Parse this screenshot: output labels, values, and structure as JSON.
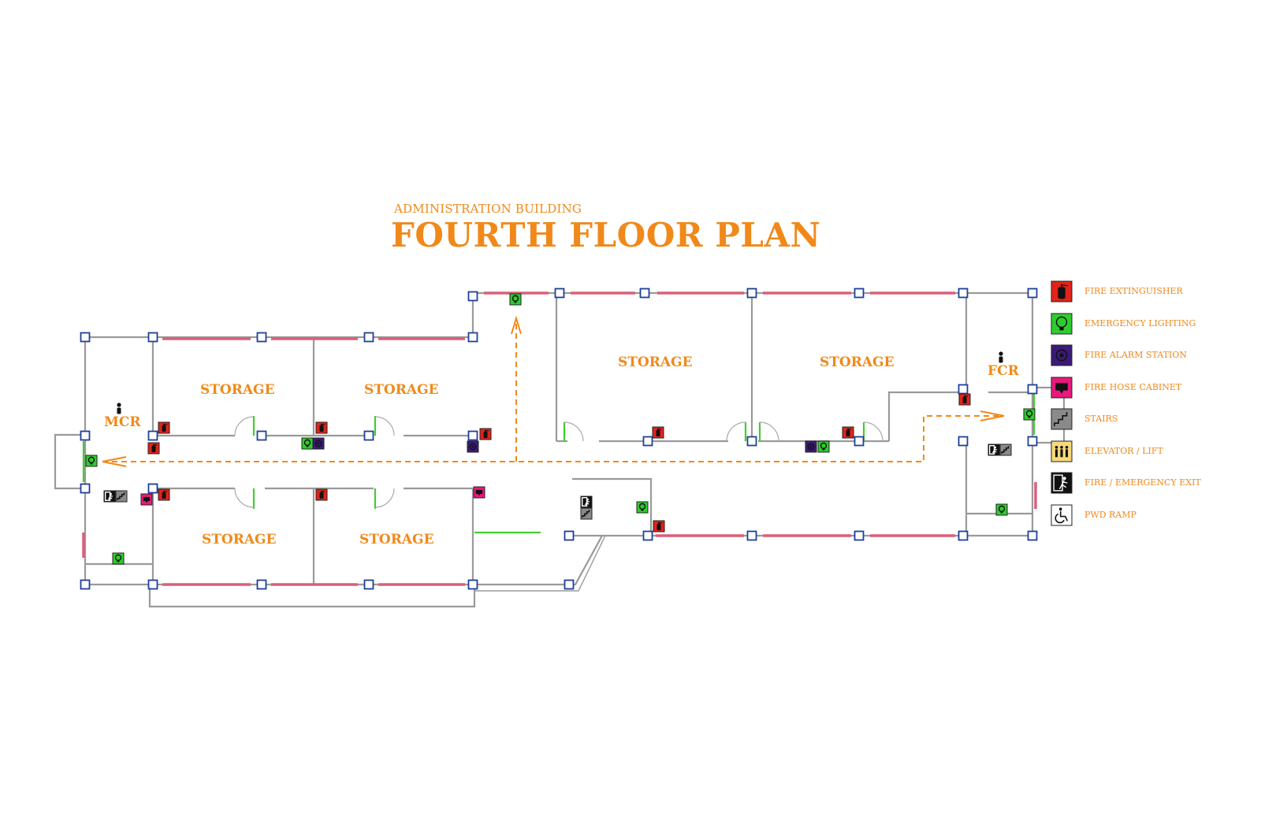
{
  "title": {
    "subtitle": "ADMINISTRATION BUILDING",
    "main": "FOURTH FLOOR PLAN"
  },
  "colors": {
    "accent": "#f0891a",
    "wall": "#999999",
    "window": "#d9607a",
    "column": "#1f3f99",
    "door_green": "#44cc33",
    "evac_route": "#f0891a"
  },
  "rooms": {
    "storage_nw1": "STORAGE",
    "storage_nw2": "STORAGE",
    "storage_sw1": "STORAGE",
    "storage_sw2": "STORAGE",
    "storage_ne1": "STORAGE",
    "storage_ne2": "STORAGE",
    "mcr": "MCR",
    "fcr": "FCR"
  },
  "legend": [
    {
      "key": "fire-extinguisher",
      "label": "FIRE EXTINGUISHER",
      "color": "#e2231a",
      "icon": "fire-extinguisher-icon"
    },
    {
      "key": "emergency-lighting",
      "label": "EMERGENCY LIGHTING",
      "color": "#2ecc2e",
      "icon": "emergency-light-icon"
    },
    {
      "key": "fire-alarm-station",
      "label": "FIRE ALARM STATION",
      "color": "#3b1a78",
      "icon": "fire-alarm-icon"
    },
    {
      "key": "fire-hose-cabinet",
      "label": "FIRE HOSE CABINET",
      "color": "#e8197c",
      "icon": "fire-hose-icon"
    },
    {
      "key": "stairs",
      "label": "STAIRS",
      "color": "#8a8a8a",
      "icon": "stairs-icon"
    },
    {
      "key": "elevator",
      "label": "ELEVATOR / LIFT",
      "color": "#f7d97a",
      "icon": "elevator-icon"
    },
    {
      "key": "fire-exit",
      "label": "FIRE / EMERGENCY EXIT",
      "color": "#111111",
      "icon": "fire-exit-icon"
    },
    {
      "key": "pwd-ramp",
      "label": "PWD RAMP",
      "color": "#ffffff",
      "icon": "pwd-ramp-icon"
    }
  ]
}
